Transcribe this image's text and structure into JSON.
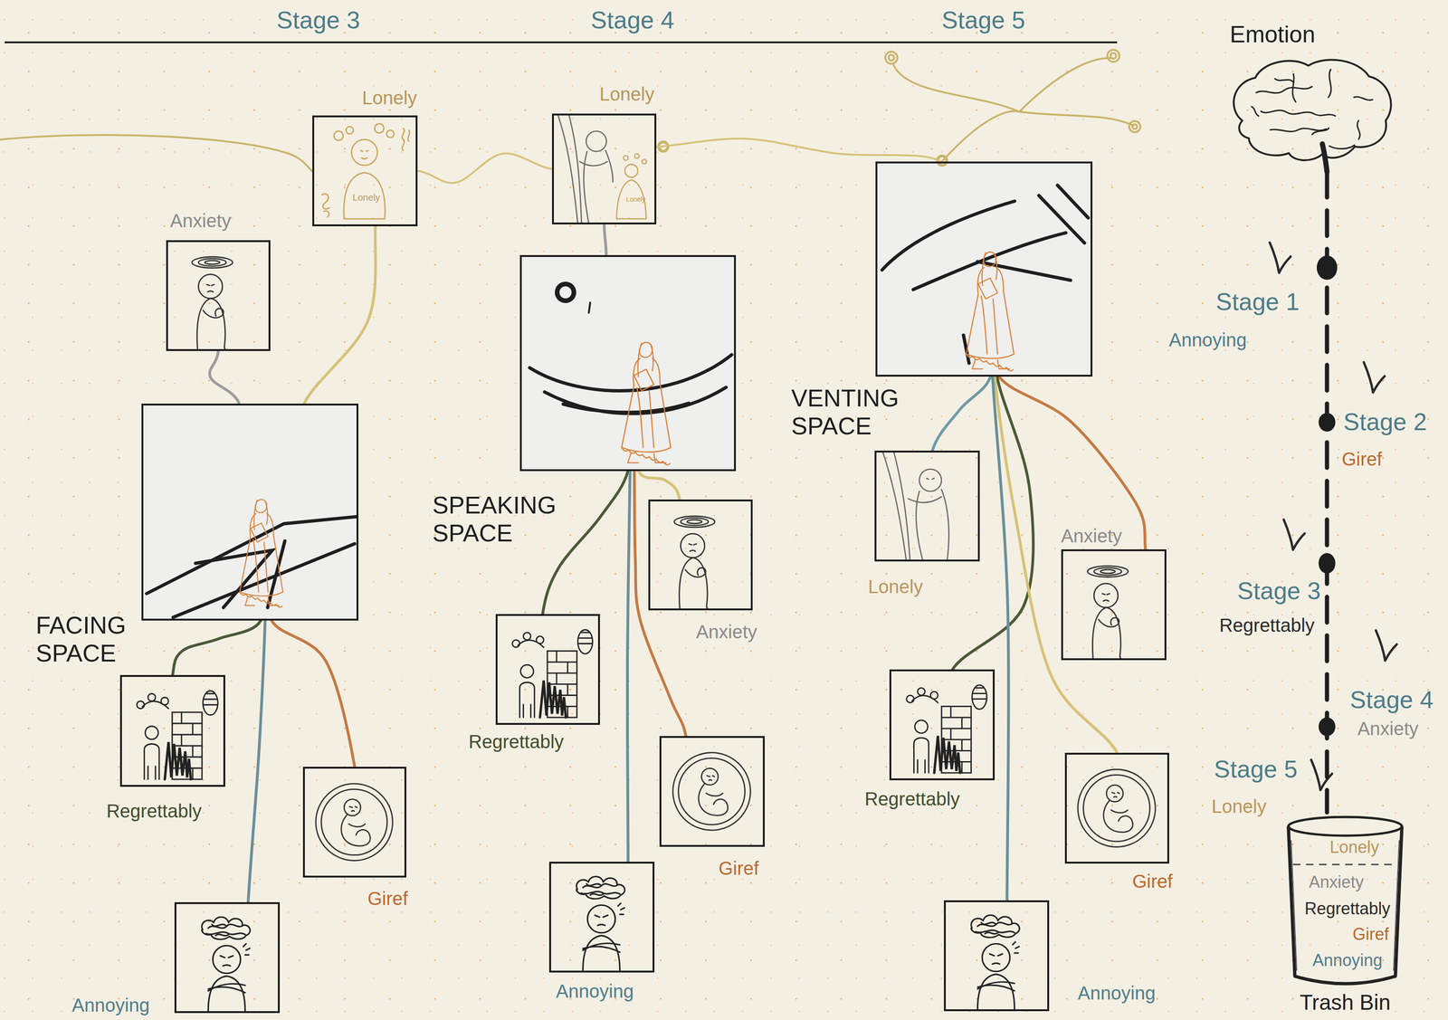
{
  "diagram": {
    "nodes": [
      {
        "text": [
          "Lonely",
          "Lonely"
        ]
      },
      {
        "text": [
          "Anxiety"
        ]
      },
      {
        "text": [
          "FACING SPACE"
        ]
      },
      {
        "text": [
          "Regrettably"
        ]
      },
      {
        "text": [
          "Giref"
        ]
      },
      {
        "text": [
          "Annoying"
        ]
      },
      {
        "text": [
          "Lonely",
          "Lonely"
        ]
      },
      {
        "text": [
          "SPEAKING SPACE"
        ]
      },
      {
        "text": [
          "Anxiety"
        ]
      },
      {
        "text": [
          "Regrettably"
        ]
      },
      {
        "text": [
          "Giref"
        ]
      },
      {
        "text": [
          "Annoying"
        ]
      },
      {
        "text": [
          "VENTING SPACE"
        ]
      },
      {
        "text": [
          "Lonely"
        ]
      },
      {
        "text": [
          "Anxiety"
        ]
      },
      {
        "text": [
          "Regrettably"
        ]
      },
      {
        "text": [
          "Giref"
        ]
      },
      {
        "text": [
          "Annoying"
        ]
      },
      {
        "text": [
          "Emotion"
        ]
      },
      {
        "text": [
          "Lonely",
          "Anxiety",
          "Regrettably",
          "Giref",
          "Annoying",
          "Trash Bin"
        ]
      }
    ],
    "edges": [
      {
        "from": 0,
        "to": 6,
        "arrow": "none"
      },
      {
        "from": 6,
        "to": 12,
        "arrow": "none"
      },
      {
        "from": 1,
        "to": 2,
        "arrow": "none"
      },
      {
        "from": 0,
        "to": 2,
        "arrow": "none"
      },
      {
        "from": 2,
        "to": 3,
        "arrow": "none"
      },
      {
        "from": 2,
        "to": 4,
        "arrow": "none"
      },
      {
        "from": 2,
        "to": 5,
        "arrow": "none"
      },
      {
        "from": 6,
        "to": 7,
        "arrow": "none"
      },
      {
        "from": 7,
        "to": 9,
        "arrow": "none"
      },
      {
        "from": 7,
        "to": 8,
        "arrow": "none"
      },
      {
        "from": 7,
        "to": 10,
        "arrow": "none"
      },
      {
        "from": 7,
        "to": 11,
        "arrow": "none"
      },
      {
        "from": 12,
        "to": 13,
        "arrow": "none"
      },
      {
        "from": 12,
        "to": 14,
        "arrow": "none"
      },
      {
        "from": 12,
        "to": 15,
        "arrow": "none"
      },
      {
        "from": 12,
        "to": 16,
        "arrow": "none"
      },
      {
        "from": 12,
        "to": 17,
        "arrow": "none"
      },
      {
        "from": 18,
        "to": 19,
        "arrow": "none"
      }
    ],
    "labels": [
      "Stage 3",
      "Stage 4",
      "Stage 5",
      "Stage 1",
      "Annoying",
      "Stage 2",
      "Giref",
      "Stage 3",
      "Regrettably",
      "Stage 4",
      "Anxiety",
      "Stage 5",
      "Lonely"
    ]
  }
}
